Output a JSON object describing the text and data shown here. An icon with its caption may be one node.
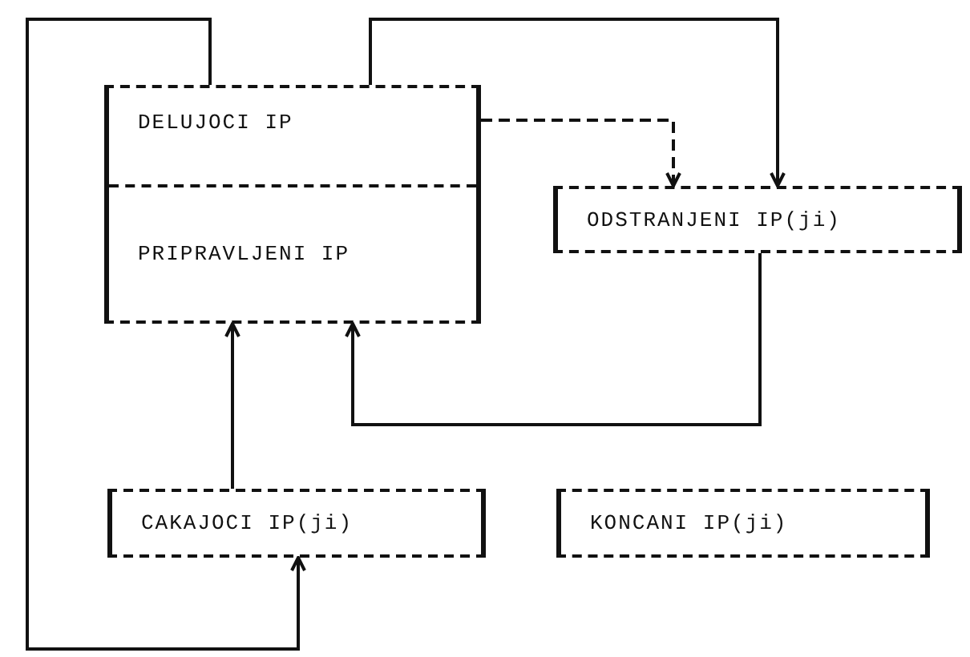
{
  "diagram": {
    "nodes": [
      {
        "text": [
          "DELUJOCI IP",
          "PRIPRAVLJENI IP"
        ]
      },
      {
        "text": [
          "ODSTRANJENI IP(ji)"
        ]
      },
      {
        "text": [
          "CAKAJOCI IP(ji)"
        ]
      },
      {
        "text": [
          "KONCANI IP(ji)"
        ]
      }
    ],
    "edges": [
      {
        "from": 0,
        "to": 2,
        "arrow": "to"
      },
      {
        "from": 0,
        "to": 1,
        "arrow": "to"
      },
      {
        "from": 0,
        "to": 1,
        "arrow": "to",
        "style": "dashed"
      },
      {
        "from": 1,
        "to": 0,
        "arrow": "to"
      },
      {
        "from": 2,
        "to": 0,
        "arrow": "to"
      }
    ]
  }
}
